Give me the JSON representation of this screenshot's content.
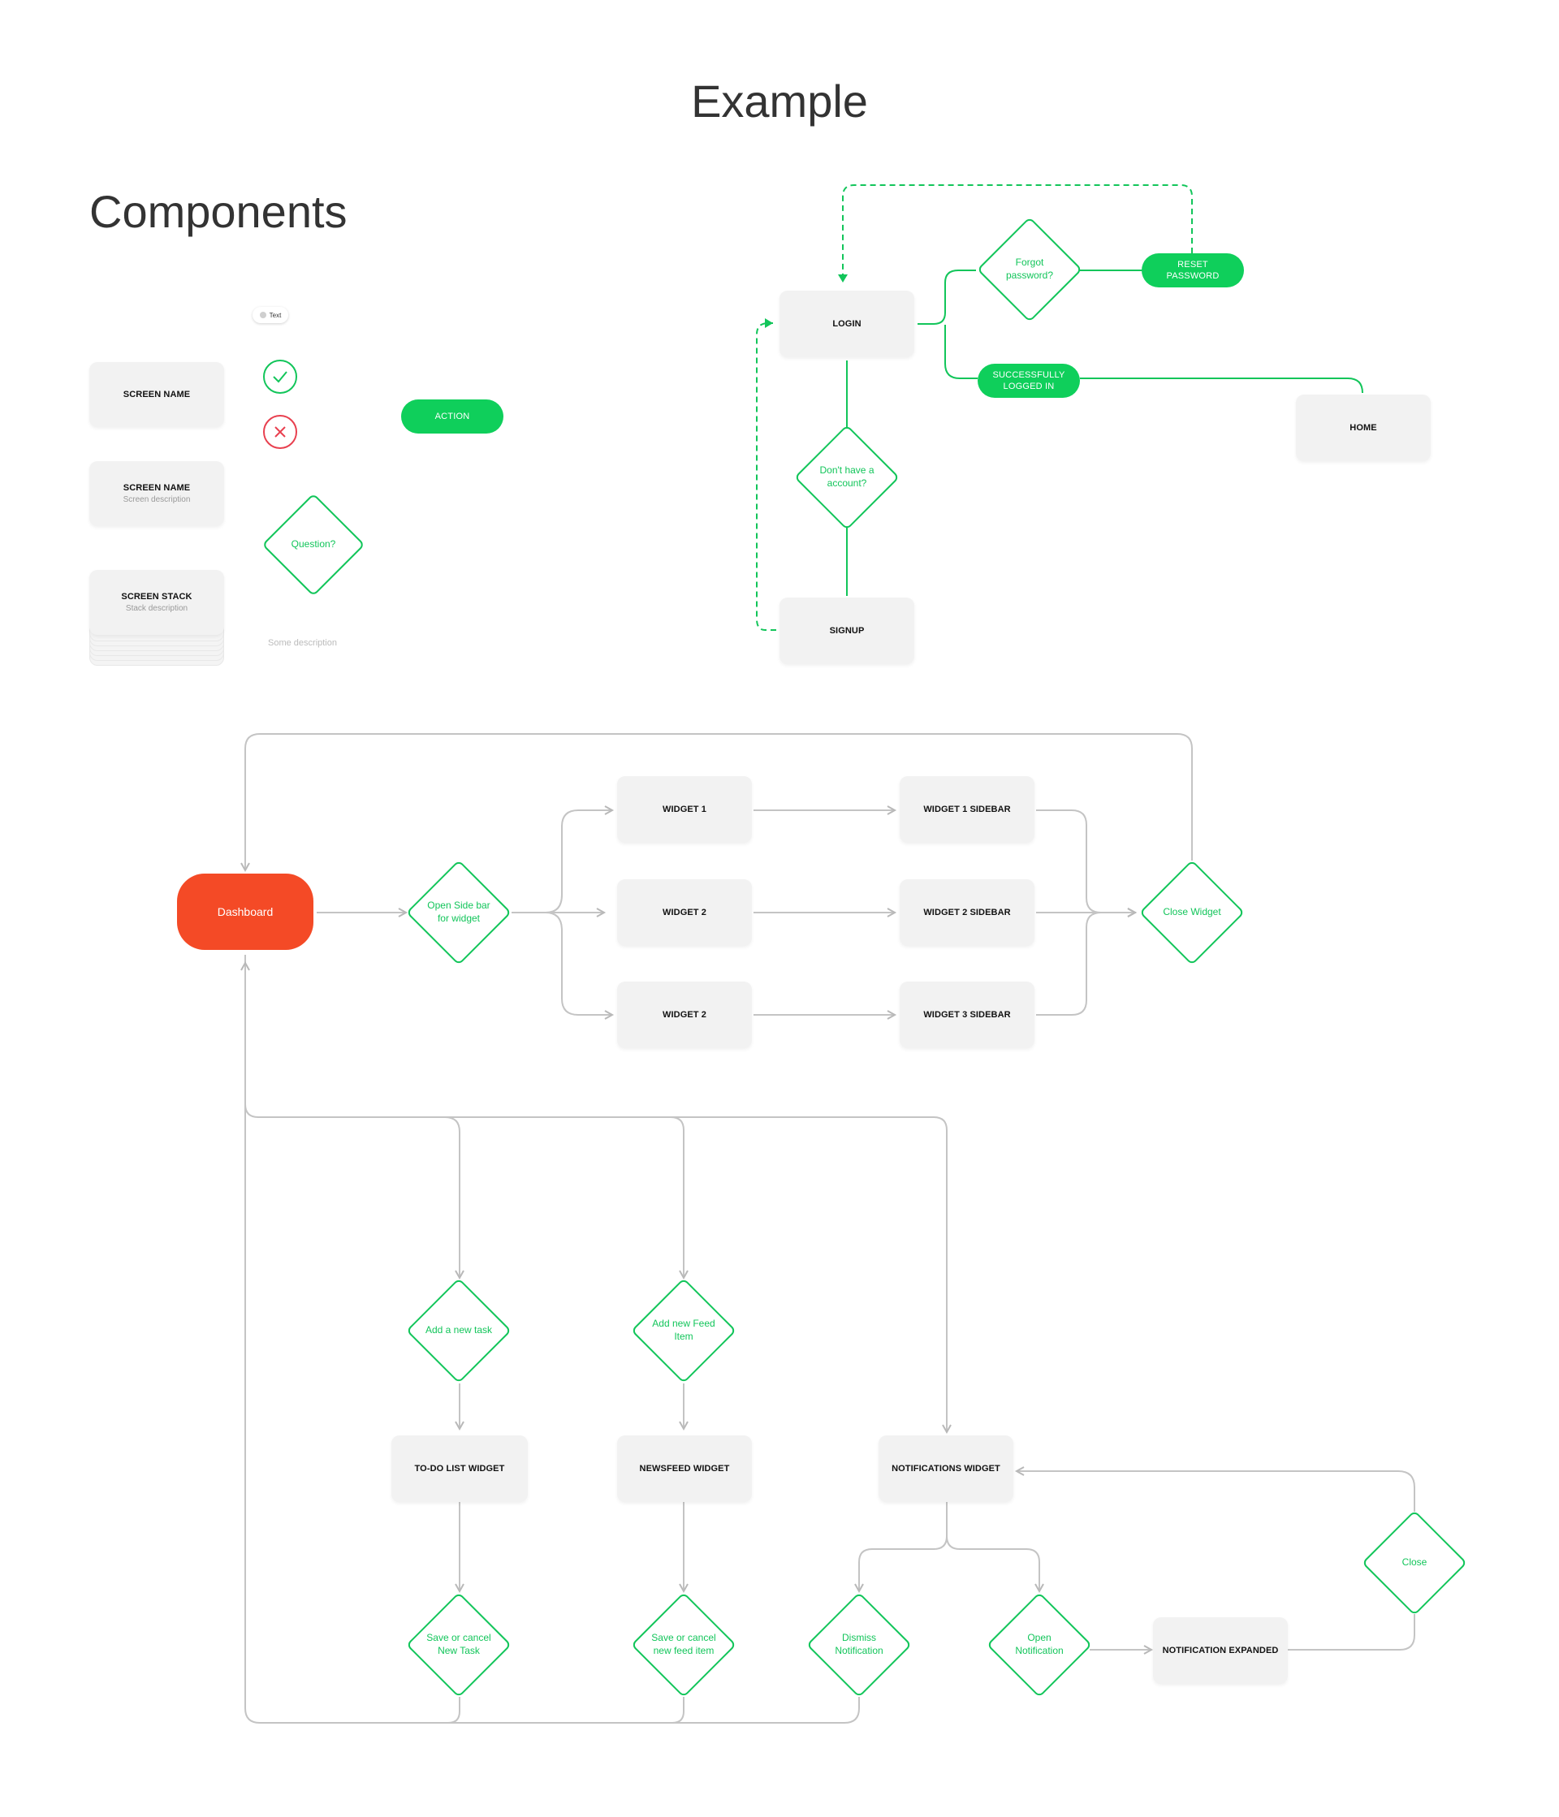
{
  "titles": {
    "example": "Example",
    "components": "Components"
  },
  "components": {
    "chip_label": "Text",
    "screen_name": "SCREEN NAME",
    "screen_name_2": "SCREEN NAME",
    "screen_description": "Screen description",
    "screen_stack": "SCREEN STACK",
    "stack_description": "Stack description",
    "action": "ACTION",
    "question": "Question?",
    "some_description": "Some description",
    "icons": {
      "check": "check-circle-icon",
      "cross": "cross-circle-icon"
    }
  },
  "login_flow": {
    "login": "LOGIN",
    "signup": "SIGNUP",
    "home": "HOME",
    "forgot": "Forgot\npassword?",
    "no_account": "Don't have a\naccount?",
    "reset": "RESET\nPASSWORD",
    "success": "SUCCESSFULLY\nLOGGED IN"
  },
  "dashboard_flow": {
    "dashboard": "Dashboard",
    "open_sidebar": "Open Side bar\nfor widget",
    "widgets": [
      "WIDGET 1",
      "WIDGET 2",
      "WIDGET 2"
    ],
    "sidebars": [
      "WIDGET 1 SIDEBAR",
      "WIDGET 2 SIDEBAR",
      "WIDGET 3 SIDEBAR"
    ],
    "close_widget": "Close Widget",
    "add_task": "Add a new task",
    "add_feed": "Add new Feed\nItem",
    "todo_widget": "TO-DO LIST WIDGET",
    "newsfeed_widget": "NEWSFEED WIDGET",
    "notifications_widget": "NOTIFICATIONS WIDGET",
    "save_task": "Save or cancel\nNew Task",
    "save_feed": "Save or cancel\nnew feed item",
    "dismiss": "Dismiss\nNotification",
    "open_notification": "Open\nNotification",
    "notification_expanded": "NOTIFICATION EXPANDED",
    "close": "Close"
  },
  "colors": {
    "green": "#12c55a",
    "green_fill": "#0fcf5b",
    "orange": "#f44a26",
    "red": "#e8404f",
    "connector": "#c4c4c4",
    "box": "#f2f2f2"
  }
}
